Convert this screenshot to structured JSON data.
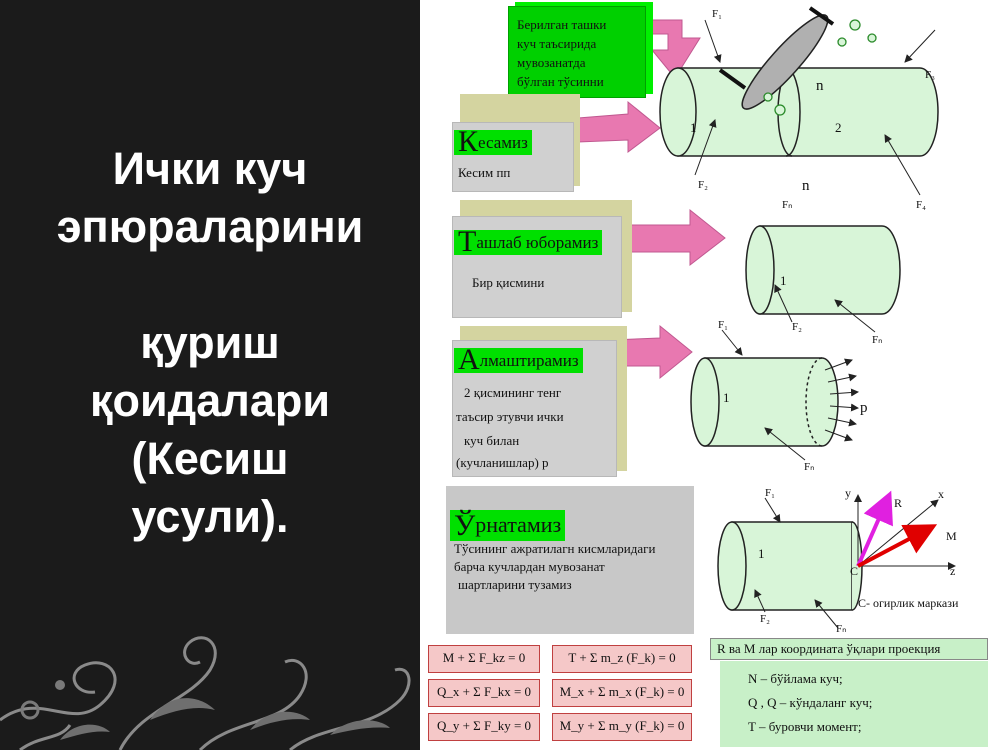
{
  "title": {
    "line1": "Ички куч",
    "line2": "эпюраларини",
    "line3": "қуриш",
    "line4": "қоидалари",
    "line5": "(Кесиш",
    "line6": "усули)."
  },
  "given": {
    "l1": "Берилган ташки",
    "l2": "куч таъсирида",
    "l3": "мувозанатда",
    "l4": "бўлган тўсинни"
  },
  "steps": {
    "cut": {
      "initial": "К",
      "rest": "есамиз",
      "t1": "Кесим пп"
    },
    "drop": {
      "initial": "Т",
      "rest": "ашлаб юборамиз",
      "t1": "Бир қисмини"
    },
    "replace": {
      "initial": "А",
      "rest": "лмаштирамиз",
      "t1": "2 қисмининг тенг",
      "t2": "таъсир этувчи  ички",
      "t3": "куч билан",
      "t4": "(кучланишлар) p"
    },
    "set": {
      "initial": "Ў",
      "rest": "рнатамиз",
      "t1": "Тўсининг ажратилагн кисмларидаги",
      "t2": "барча кучлардан мувозанат",
      "t3": "шартларини тузамиз"
    }
  },
  "formulas": {
    "f1": "M + Σ F_kz = 0",
    "f2": "T + Σ m_z (F_k) = 0",
    "f3": "Q_x + Σ F_kx = 0",
    "f4": "M_x + Σ m_x (F_k) = 0",
    "f5": "Q_y + Σ F_ky = 0",
    "f6": "M_y + Σ m_y (F_k) = 0"
  },
  "legend": {
    "head": "R ва M лар координата ўқлари проекция",
    "n": "N – бўйлама куч;",
    "q": "Q  , Q  – кўндаланг куч;",
    "t": "T – буровчи момент;"
  },
  "labels": {
    "F1": "F₁",
    "F2": "F₂",
    "F3": "F₃",
    "F4": "F₄",
    "Fn": "Fₙ",
    "n": "n",
    "one": "1",
    "two": "2",
    "p": "p",
    "R": "R",
    "M": "M",
    "x": "x",
    "y": "y",
    "z": "z",
    "C": "C",
    "centre": "C- огирлик маркази"
  },
  "colors": {
    "panel": "#1b1b1b",
    "cylinder": "#d8f5d8",
    "arrow": "#e878b0",
    "green": "#00e000",
    "formula_bg": "#f5c8c8",
    "red_arrow": "#e00000",
    "magenta_arrow": "#e020e0"
  },
  "icons": {
    "ornament": "swirl-ornament-icon",
    "cutting_plane": "cutting-plane-icon"
  }
}
